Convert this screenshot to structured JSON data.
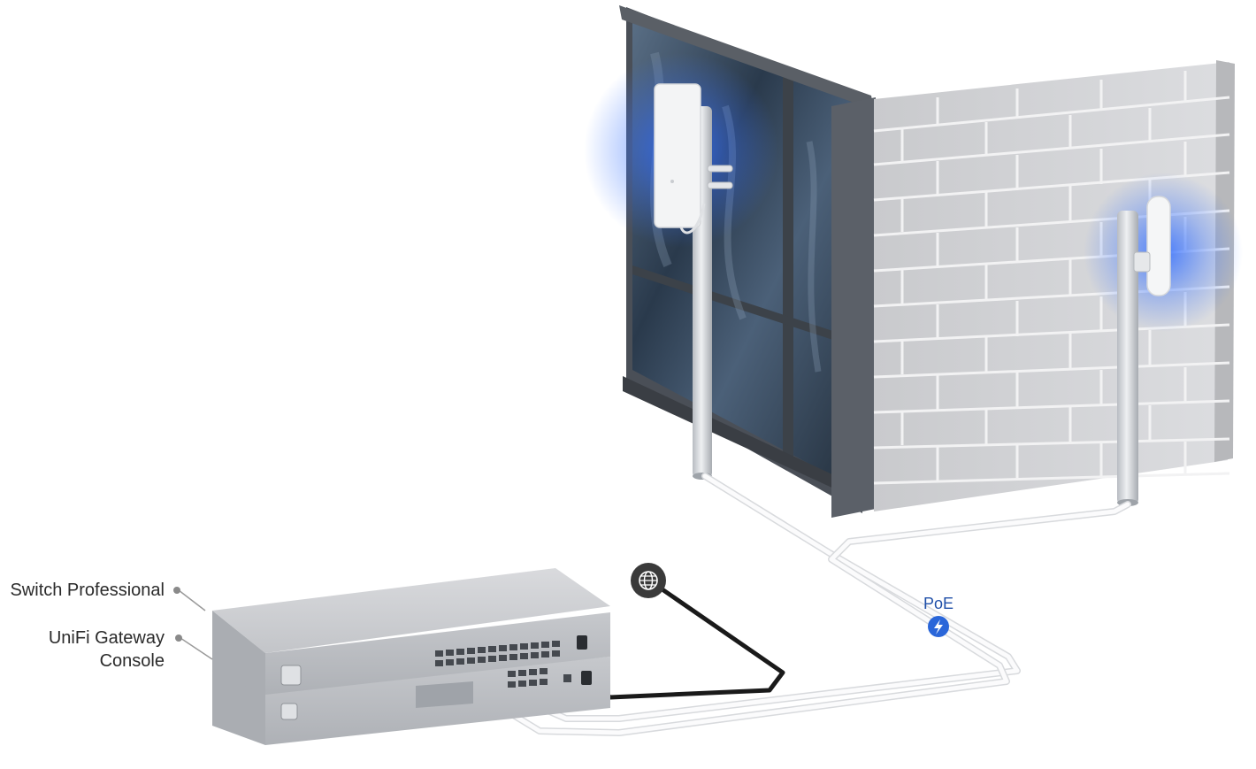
{
  "callouts": {
    "switch_label": "Switch Professional",
    "gateway_label_line1": "UniFi Gateway",
    "gateway_label_line2": "Console"
  },
  "poe": {
    "label": "PoE"
  },
  "icons": {
    "internet": "globe-icon",
    "poe": "lightning-bolt-icon"
  },
  "colors": {
    "glow": "#2f6bff",
    "cable_white": "#f4f4f4",
    "cable_black": "#1a1a1a",
    "poe_badge": "#2a66d9",
    "globe_badge": "#3a3a3a"
  }
}
